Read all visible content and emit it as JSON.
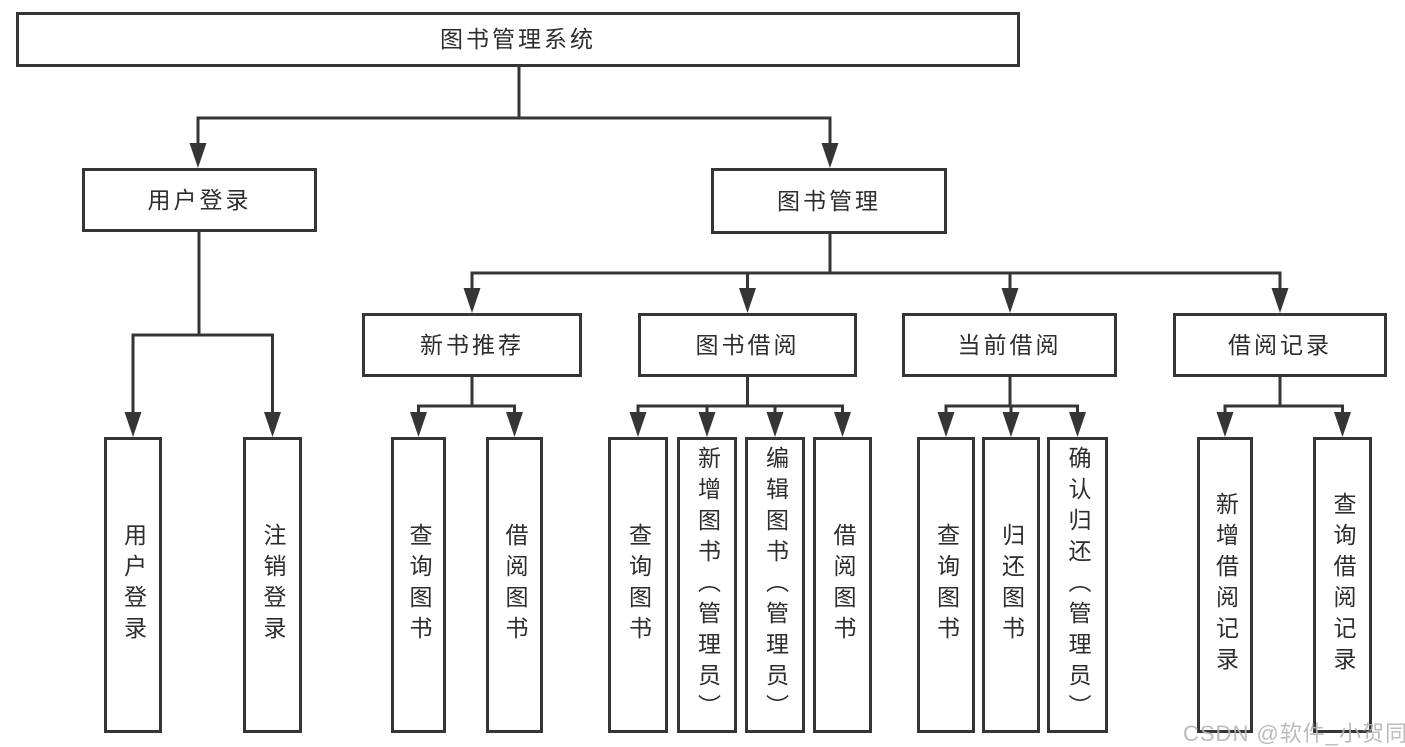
{
  "tree": {
    "root": {
      "label": "图书管理系统"
    },
    "branches": [
      {
        "label": "用户登录",
        "children": [
          "用户登录",
          "注销登录"
        ]
      },
      {
        "label": "图书管理",
        "children": [
          {
            "label": "新书推荐",
            "children": [
              "查询图书",
              "借阅图书"
            ]
          },
          {
            "label": "图书借阅",
            "children": [
              "查询图书",
              "新增图书（管理员）",
              "编辑图书（管理员）",
              "借阅图书"
            ]
          },
          {
            "label": "当前借阅",
            "children": [
              "查询图书",
              "归还图书",
              "确认归还（管理员）"
            ]
          },
          {
            "label": "借阅记录",
            "children": [
              "新增借阅记录",
              "查询借阅记录"
            ]
          }
        ]
      }
    ]
  },
  "watermark": {
    "text": "CSDN @软件_小贺同学"
  },
  "colors": {
    "line": "#353535",
    "text": "#2d2d2d",
    "watermark": "#b5b5b5",
    "background": "#ffffff"
  }
}
